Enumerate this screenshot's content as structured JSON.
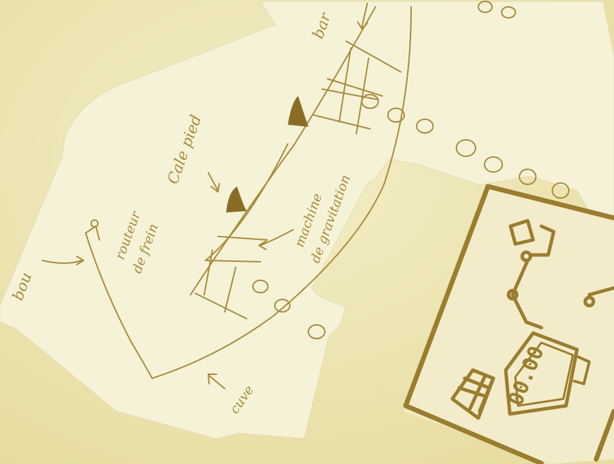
{
  "sketch": {
    "labels": {
      "left_edge": "bou",
      "top_edge": "bar",
      "calepied": "Cale pied",
      "fin_router_line1": "routeur",
      "fin_router_line2": "de frein",
      "machine_line1": "machine",
      "machine_line2": "de gravitation",
      "cuve": "cuve"
    }
  },
  "card": {
    "display": "00.00"
  },
  "colors": {
    "background": "#efe8b4",
    "paper": "#f5f2d8",
    "ink": "#a88a3a",
    "card_paper": "#f3eccb",
    "card_ink": "#9a7d2e"
  }
}
